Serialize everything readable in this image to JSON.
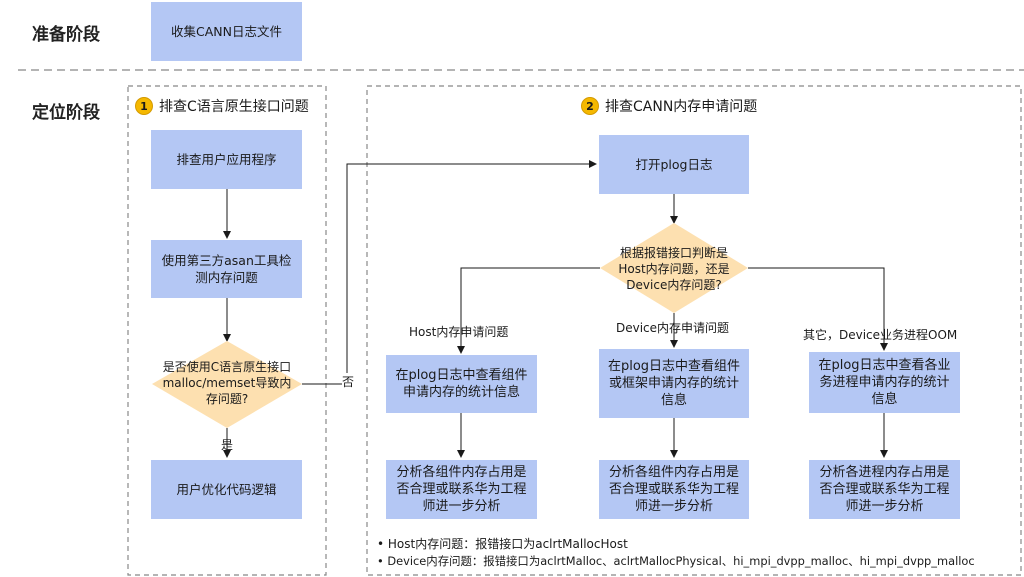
{
  "stages": {
    "prepare": "准备阶段",
    "locate": "定位阶段"
  },
  "prepare_box": "收集CANN日志文件",
  "section1": {
    "num": "1",
    "title": "排查C语言原生接口问题",
    "step1": "排查用户应用程序",
    "step2": [
      "使用第三方asan工具检",
      "测内存问题"
    ],
    "decision": [
      "是否使用C语言原生接口",
      "malloc/memset导致内",
      "存问题?"
    ],
    "yes": "是",
    "no": "否",
    "result": "用户优化代码逻辑"
  },
  "section2": {
    "num": "2",
    "title": "排查CANN内存申请问题",
    "open": "打开plog日志",
    "decision": [
      "根据报错接口判断是",
      "Host内存问题，还是",
      "Device内存问题?"
    ],
    "branches": {
      "host": {
        "label": "Host内存申请问题",
        "check": [
          "在plog日志中查看组件",
          "申请内存的统计信息"
        ],
        "analyze": [
          "分析各组件内存占用是",
          "否合理或联系华为工程",
          "师进一步分析"
        ]
      },
      "device": {
        "label": "Device内存申请问题",
        "check": [
          "在plog日志中查看组件",
          "或框架申请内存的统计",
          "信息"
        ],
        "analyze": [
          "分析各组件内存占用是",
          "否合理或联系华为工程",
          "师进一步分析"
        ]
      },
      "other": {
        "label": "其它，Device业务进程OOM",
        "check": [
          "在plog日志中查看各业",
          "务进程申请内存的统计",
          "信息"
        ],
        "analyze": [
          "分析各进程内存占用是",
          "否合理或联系华为工程",
          "师进一步分析"
        ]
      }
    }
  },
  "notes": [
    "Host内存问题：报错接口为aclrtMallocHost",
    "Device内存问题：报错接口为aclrtMalloc、aclrtMallocPhysical、hi_mpi_dvpp_malloc、hi_mpi_dvpp_malloc"
  ],
  "colors": {
    "box": "#b4c7f4",
    "diamond": "#fde0b0",
    "badge": "#f5b800",
    "dash": "#888888"
  }
}
